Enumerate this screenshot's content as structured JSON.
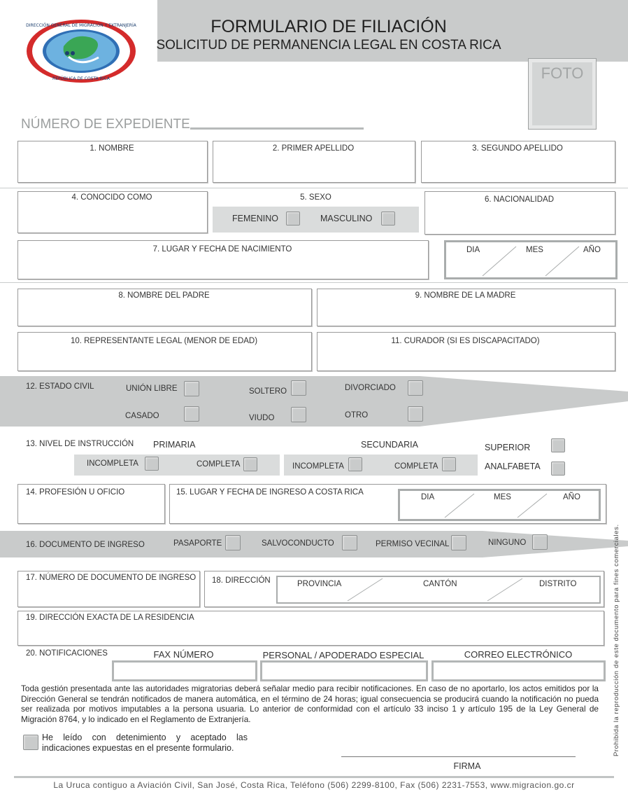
{
  "header": {
    "title": "FORMULARIO DE FILIACIÓN",
    "subtitle": "SOLICITUD DE PERMANENCIA LEGAL EN COSTA RICA",
    "foto": "FOTO",
    "logo_text_top": "DIRECCIÓN GENERAL DE MIGRACIÓN Y EXTRANJERÍA",
    "logo_text_bottom": "REPÚBLICA DE COSTA RICA"
  },
  "expediente_label": "NÚMERO DE EXPEDIENTE",
  "fields": {
    "f1": "1. NOMBRE",
    "f2": "2. PRIMER APELLIDO",
    "f3": "3. SEGUNDO APELLIDO",
    "f4": "4. CONOCIDO COMO",
    "f5": "5. SEXO",
    "f5_fem": "FEMENINO",
    "f5_masc": "MASCULINO",
    "f6": "6. NACIONALIDAD",
    "f7": "7. LUGAR Y FECHA DE NACIMIENTO",
    "dia": "DIA",
    "mes": "MES",
    "ano": "AÑO",
    "f8": "8. NOMBRE DEL PADRE",
    "f9": "9. NOMBRE DE LA MADRE",
    "f10": "10. REPRESENTANTE LEGAL (MENOR DE EDAD)",
    "f11": "11. CURADOR (SI ES DISCAPACITADO)",
    "f12": "12. ESTADO CIVIL",
    "union_libre": "UNIÓN LIBRE",
    "soltero": "SOLTERO",
    "divorciado": "DIVORCIADO",
    "casado": "CASADO",
    "viudo": "VIUDO",
    "otro": "OTRO",
    "f13": "13. NIVEL DE INSTRUCCIÓN",
    "primaria": "PRIMARIA",
    "secundaria": "SECUNDARIA",
    "superior": "SUPERIOR",
    "analfabeta": "ANALFABETA",
    "incompleta": "INCOMPLETA",
    "completa": "COMPLETA",
    "f14": "14. PROFESIÓN U OFICIO",
    "f15": "15. LUGAR Y FECHA DE INGRESO A COSTA RICA",
    "f16": "16. DOCUMENTO DE INGRESO",
    "pasaporte": "PASAPORTE",
    "salvoconducto": "SALVOCONDUCTO",
    "permiso_vecinal": "PERMISO VECINAL",
    "ninguno": "NINGUNO",
    "f17": "17. NÚMERO DE DOCUMENTO DE INGRESO",
    "f18": "18. DIRECCIÓN",
    "provincia": "PROVINCIA",
    "canton": "CANTÓN",
    "distrito": "DISTRITO",
    "f19": "19. DIRECCIÓN EXACTA DE LA RESIDENCIA",
    "f20": "20. NOTIFICACIONES",
    "fax": "FAX NÚMERO",
    "personal": "PERSONAL / APODERADO ESPECIAL",
    "correo": "CORREO ELECTRÓNICO"
  },
  "notice": "Toda gestión presentada ante las autoridades migratorias deberá señalar medio para recibir notificaciones. En caso de no aportarlo, los actos emitidos por la Dirección General se tendrán notificados de manera automática, en el término de 24 horas; igual consecuencia se producirá cuando la notificación no pueda ser realizada por motivos imputables a la persona usuaria. Lo anterior de conformidad con el artículo 33 inciso 1 y artículo 195 de la Ley General de Migración 8764, y lo indicado en el Reglamento de Extranjería.",
  "consent": "He leído con detenimiento y aceptado las indicaciones expuestas en el presente formulario.",
  "firma": "FIRMA",
  "side_note": "Prohibida la reproducción de este documento para fines comerciales.",
  "footer": "La Uruca contiguo a Aviación Civil, San José, Costa Rica, Teléfono (506) 2299-8100, Fax (506) 2231-7553, www.migracion.go.cr"
}
